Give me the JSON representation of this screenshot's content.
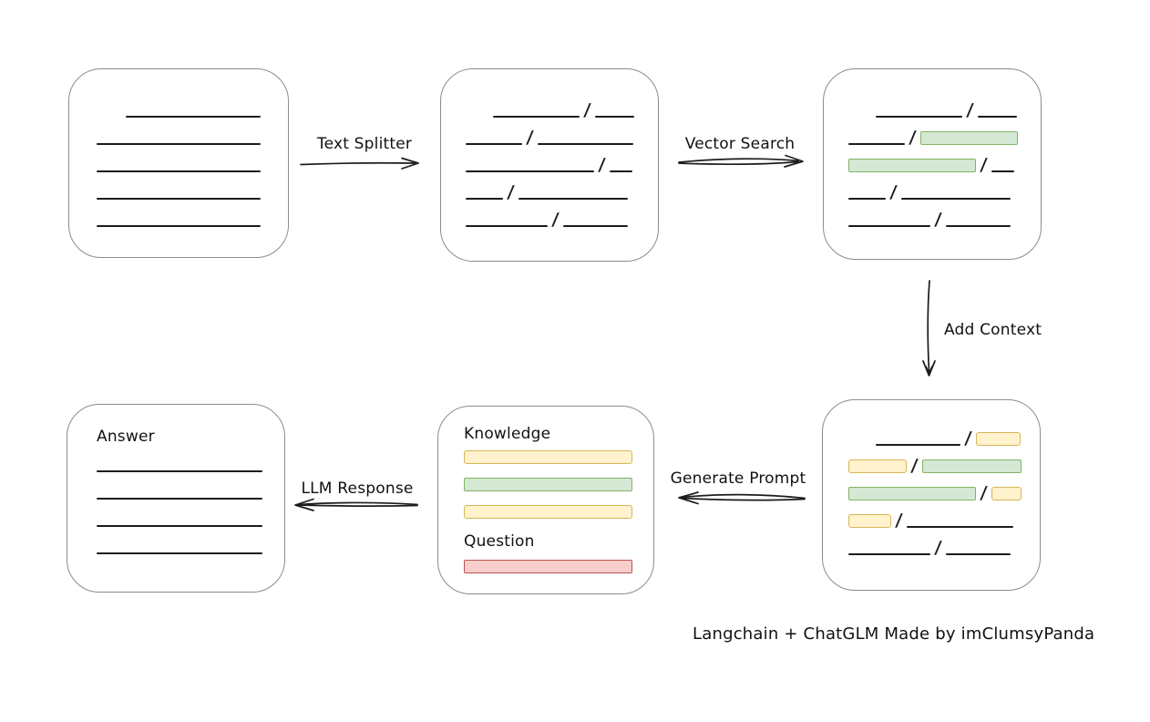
{
  "caption": {
    "text": "Langchain + ChatGLM Made by imClumsyPanda"
  },
  "colors": {
    "text": "#111111",
    "line": "#1c1c1c",
    "box_border": "#8c8c8c",
    "green_fill": "#d5e8d4",
    "green_border": "#82b366",
    "yellow_fill": "#fff2cc",
    "yellow_border": "#d6b656",
    "red_fill": "#f8cecc",
    "red_border": "#b85450"
  },
  "arrows": {
    "text_splitter": {
      "label": "Text Splitter",
      "direction": "right"
    },
    "vector_search": {
      "label": "Vector Search",
      "direction": "right"
    },
    "add_context": {
      "label": "Add Context",
      "direction": "down"
    },
    "generate_prompt": {
      "label": "Generate Prompt",
      "direction": "left"
    },
    "llm_response": {
      "label": "LLM Response",
      "direction": "left"
    }
  },
  "boxes": {
    "document": {
      "rows": [
        {
          "indent": 32,
          "segs": [
            {
              "t": "line",
              "w": 148
            }
          ]
        },
        {
          "segs": [
            {
              "t": "line",
              "w": 180
            }
          ]
        },
        {
          "segs": [
            {
              "t": "line",
              "w": 180
            }
          ]
        },
        {
          "segs": [
            {
              "t": "line",
              "w": 180
            }
          ]
        },
        {
          "segs": [
            {
              "t": "line",
              "w": 180
            }
          ]
        }
      ]
    },
    "split_chunks": {
      "rows": [
        {
          "indent": 30,
          "segs": [
            {
              "t": "line",
              "w": 95
            },
            {
              "t": "slash"
            },
            {
              "t": "line",
              "w": 43
            }
          ]
        },
        {
          "segs": [
            {
              "t": "line",
              "w": 62
            },
            {
              "t": "slash"
            },
            {
              "t": "line",
              "w": 105
            }
          ]
        },
        {
          "segs": [
            {
              "t": "line",
              "w": 141
            },
            {
              "t": "slash"
            },
            {
              "t": "line",
              "w": 25
            }
          ]
        },
        {
          "segs": [
            {
              "t": "line",
              "w": 41
            },
            {
              "t": "slash"
            },
            {
              "t": "line",
              "w": 120
            }
          ]
        },
        {
          "segs": [
            {
              "t": "line",
              "w": 90
            },
            {
              "t": "slash"
            },
            {
              "t": "line",
              "w": 71
            }
          ]
        }
      ]
    },
    "search_results": {
      "rows": [
        {
          "indent": 30,
          "segs": [
            {
              "t": "line",
              "w": 95
            },
            {
              "t": "slash"
            },
            {
              "t": "line",
              "w": 43
            }
          ]
        },
        {
          "segs": [
            {
              "t": "line",
              "w": 62
            },
            {
              "t": "slash"
            },
            {
              "t": "green",
              "w": 105
            }
          ]
        },
        {
          "segs": [
            {
              "t": "green",
              "w": 138
            },
            {
              "t": "slash"
            },
            {
              "t": "line",
              "w": 25
            }
          ]
        },
        {
          "segs": [
            {
              "t": "line",
              "w": 41
            },
            {
              "t": "slash"
            },
            {
              "t": "line",
              "w": 120
            }
          ]
        },
        {
          "segs": [
            {
              "t": "line",
              "w": 90
            },
            {
              "t": "slash"
            },
            {
              "t": "line",
              "w": 71
            }
          ]
        }
      ]
    },
    "context_chunks": {
      "rows": [
        {
          "indent": 30,
          "segs": [
            {
              "t": "line",
              "w": 93
            },
            {
              "t": "slash"
            },
            {
              "t": "yellow",
              "w": 47
            }
          ]
        },
        {
          "segs": [
            {
              "t": "yellow",
              "w": 62
            },
            {
              "t": "slash"
            },
            {
              "t": "green",
              "w": 107
            }
          ]
        },
        {
          "segs": [
            {
              "t": "green",
              "w": 138
            },
            {
              "t": "slash"
            },
            {
              "t": "yellow",
              "w": 31
            }
          ]
        },
        {
          "segs": [
            {
              "t": "yellow",
              "w": 45
            },
            {
              "t": "slash"
            },
            {
              "t": "line",
              "w": 117
            }
          ]
        },
        {
          "segs": [
            {
              "t": "line",
              "w": 90
            },
            {
              "t": "slash"
            },
            {
              "t": "line",
              "w": 71
            }
          ]
        }
      ]
    },
    "prompt": {
      "knowledge_label": "Knowledge",
      "question_label": "Question",
      "knowledge_bars": [
        {
          "segs": [
            {
              "t": "yellow",
              "w": 183
            }
          ]
        },
        {
          "segs": [
            {
              "t": "green",
              "w": 183
            }
          ]
        },
        {
          "segs": [
            {
              "t": "yellow",
              "w": 183
            }
          ]
        }
      ],
      "question_bars": [
        {
          "segs": [
            {
              "t": "red",
              "w": 183
            }
          ]
        }
      ]
    },
    "answer": {
      "title": "Answer",
      "rows": [
        {
          "segs": [
            {
              "t": "line",
              "w": 182
            }
          ]
        },
        {
          "segs": [
            {
              "t": "line",
              "w": 182
            }
          ]
        },
        {
          "segs": [
            {
              "t": "line",
              "w": 182
            }
          ]
        },
        {
          "segs": [
            {
              "t": "line",
              "w": 182
            }
          ]
        }
      ]
    }
  }
}
